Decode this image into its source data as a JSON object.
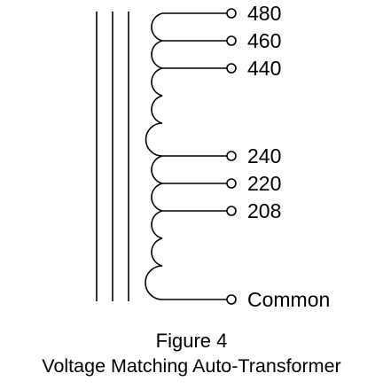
{
  "diagram": {
    "taps": [
      {
        "label": "480"
      },
      {
        "label": "460"
      },
      {
        "label": "440"
      },
      {
        "label": "240"
      },
      {
        "label": "220"
      },
      {
        "label": "208"
      },
      {
        "label": "Common"
      }
    ]
  },
  "caption": {
    "figure": "Figure 4",
    "title": "Voltage Matching Auto-Transformer"
  }
}
